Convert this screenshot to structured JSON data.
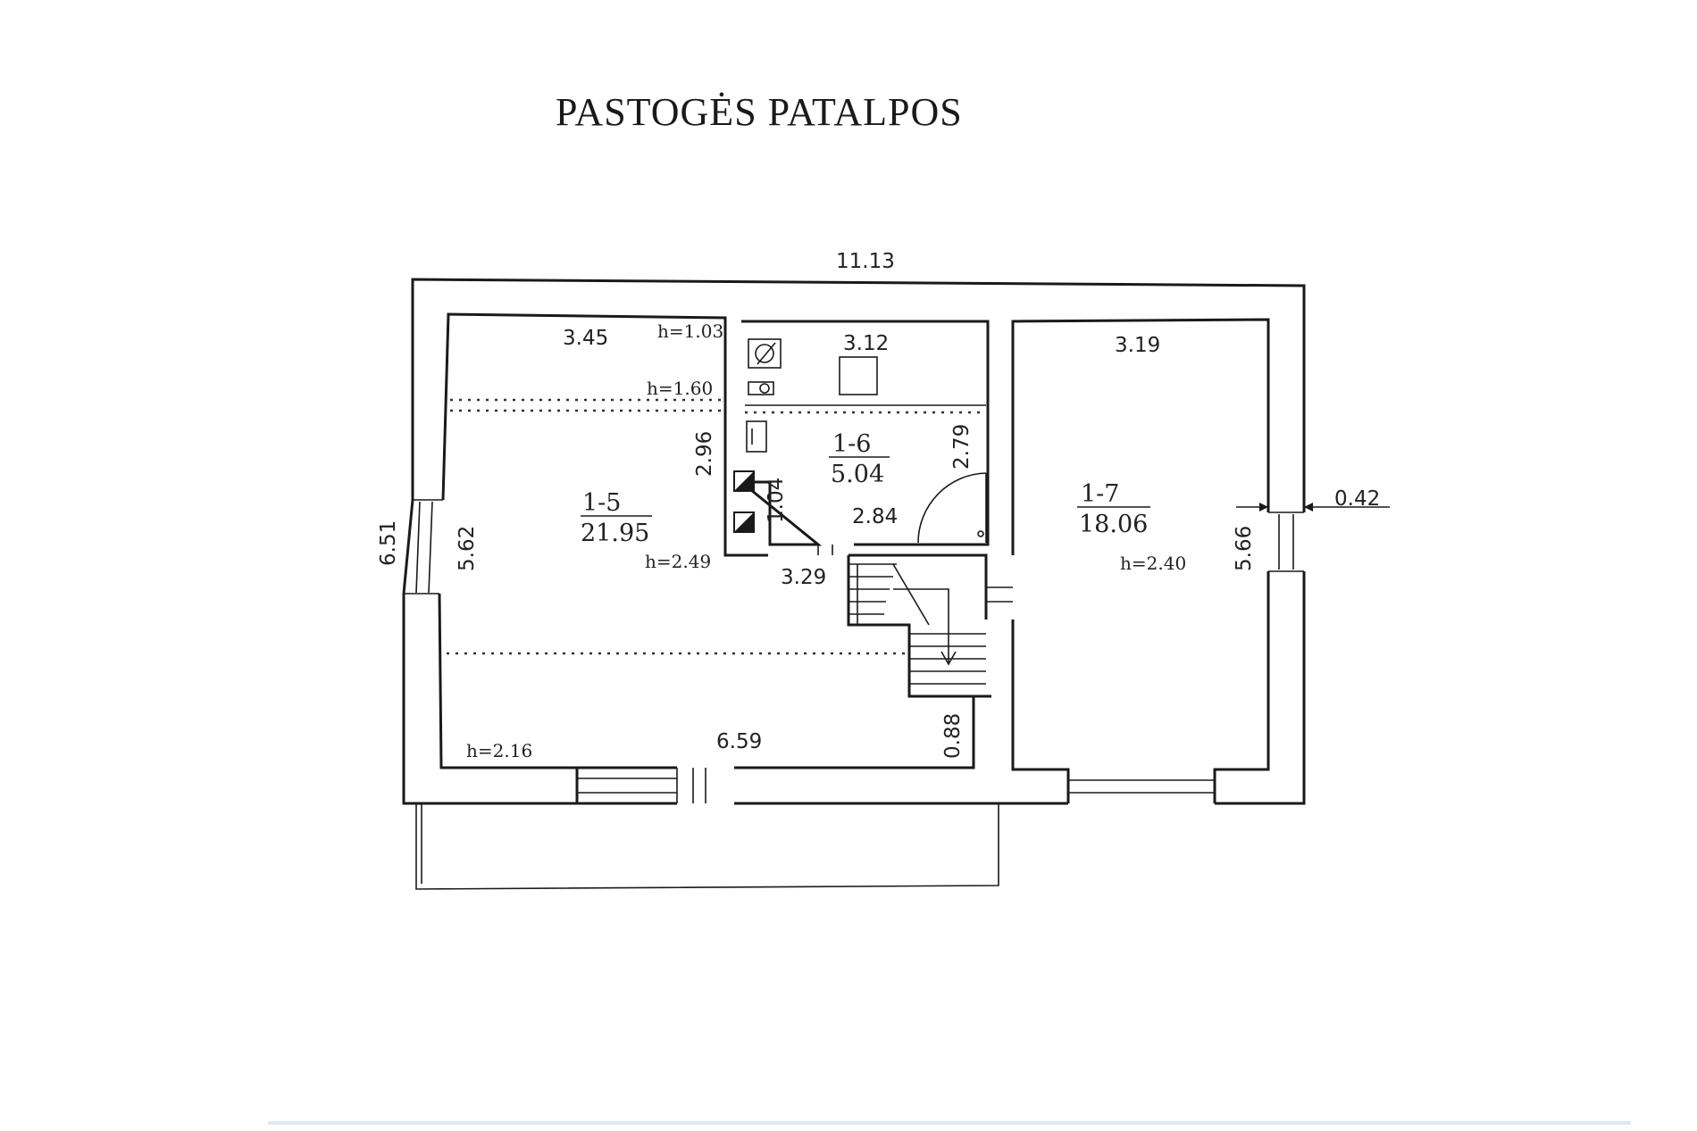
{
  "title": "PASTOGĖS PATALPOS",
  "rooms": [
    {
      "id": "1-5",
      "area": "21.95"
    },
    {
      "id": "1-6",
      "area": "5.04"
    },
    {
      "id": "1-7",
      "area": "18.06"
    }
  ],
  "dimensions": {
    "total_width": "11.13",
    "total_depth": "6.51",
    "r5_top": "3.45",
    "r5_side": "5.62",
    "r5_inner": "2.96",
    "r5_bottom": "6.59",
    "r5_notch": "3.29",
    "r6_top": "3.12",
    "r6_side": "2.79",
    "r6_notch": "1.04",
    "r6_bottom": "2.84",
    "stair_gap": "0.88",
    "r7_top": "3.19",
    "r7_side": "5.66",
    "wall_thickness": "0.42"
  },
  "heights": {
    "h1": "h=1.03",
    "h2": "h=1.60",
    "h3": "h=2.49",
    "h4": "h=2.16",
    "h5": "h=2.40"
  }
}
